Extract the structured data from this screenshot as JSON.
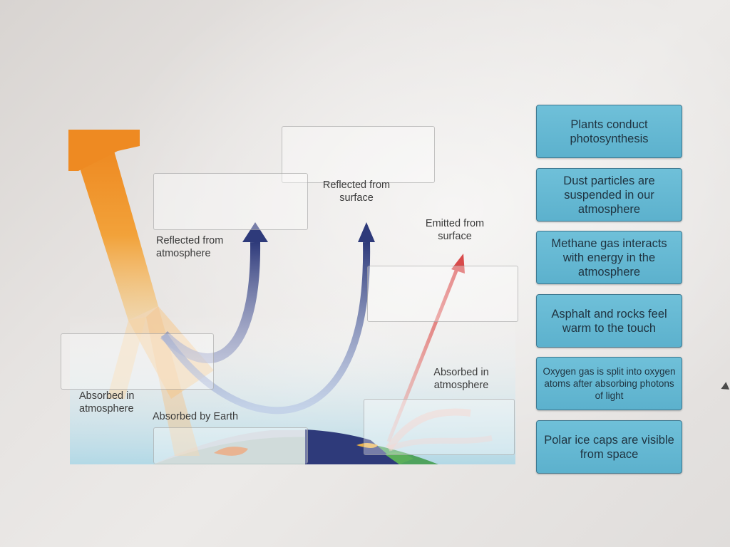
{
  "diagram": {
    "labels": {
      "reflected_from_atmosphere": "Reflected from\natmosphere",
      "reflected_from_surface": "Reflected from\nsurface",
      "emitted_from_surface": "Emitted from\nsurface",
      "absorbed_in_atmosphere_left": "Absorbed in\natmosphere",
      "absorbed_by_earth": "Absorbed by Earth",
      "absorbed_in_atmosphere_right": "Absorbed in\natmosphere"
    },
    "colors": {
      "sun_arrow": "#f0a030",
      "reflected_arrow": "#2e3a7a",
      "emitted_arrow": "#d84a4a",
      "earth_ocean": "#2e3a7a",
      "earth_land": "#5aae5a",
      "atmosphere": "#bfe0ea"
    }
  },
  "answer_cards": [
    {
      "text": "Plants conduct photosynthesis"
    },
    {
      "text": "Dust particles are suspended in our atmosphere"
    },
    {
      "text": "Methane gas interacts with energy in the atmosphere"
    },
    {
      "text": "Asphalt and rocks feel warm to the touch"
    },
    {
      "text": "Oxygen gas is split into oxygen atoms after absorbing photons of light"
    },
    {
      "text": "Polar ice caps are visible from space"
    }
  ]
}
